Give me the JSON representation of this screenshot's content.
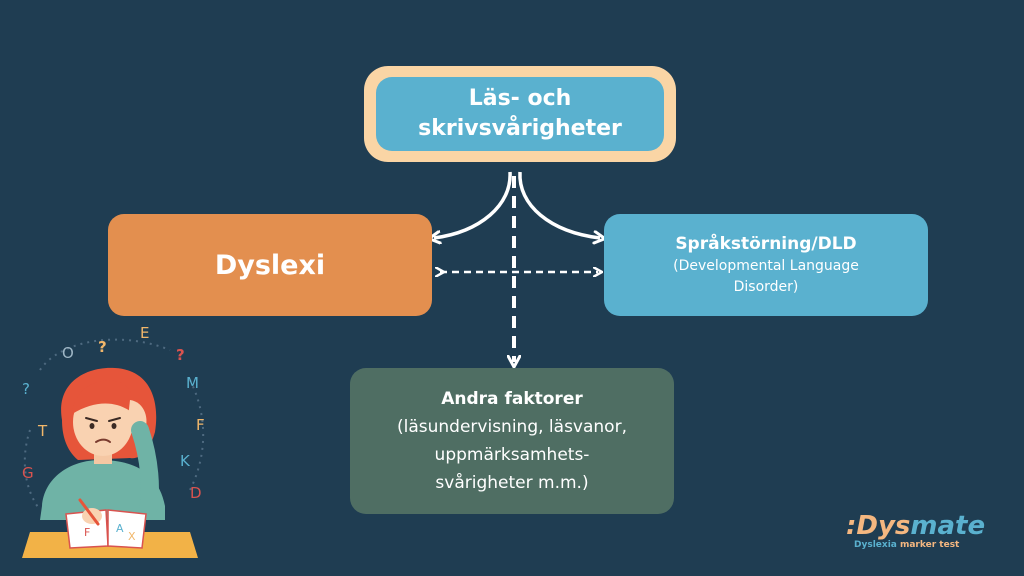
{
  "diagram": {
    "top_node": {
      "lines": [
        "Läs- och",
        "skrivsvårigheter"
      ]
    },
    "left_node": {
      "label": "Dyslexi"
    },
    "right_node": {
      "title": "Språkstörning/DLD",
      "subtitle_lines": [
        "(Developmental Language",
        "Disorder)"
      ]
    },
    "bottom_node": {
      "title": "Andra faktorer",
      "text_lines": [
        "(läsundervisning, läsvanor,",
        "uppmärksamhets-",
        "svårigheter m.m.)"
      ]
    }
  },
  "illustration": {
    "letters": [
      "O",
      "?",
      "E",
      "?",
      "?",
      "M",
      "T",
      "F",
      "G",
      "K",
      "D"
    ],
    "book_letters": [
      "F",
      "A",
      "X"
    ]
  },
  "logo": {
    "prefix": ":Dys",
    "suffix": "mate",
    "tagline_a": "Dyslexia ",
    "tagline_b": "marker test"
  },
  "colors": {
    "background": "#1f3d52",
    "blue": "#5ab1cf",
    "orange": "#e38f4f",
    "green": "#4f6e63",
    "peach": "#fad5a5"
  }
}
